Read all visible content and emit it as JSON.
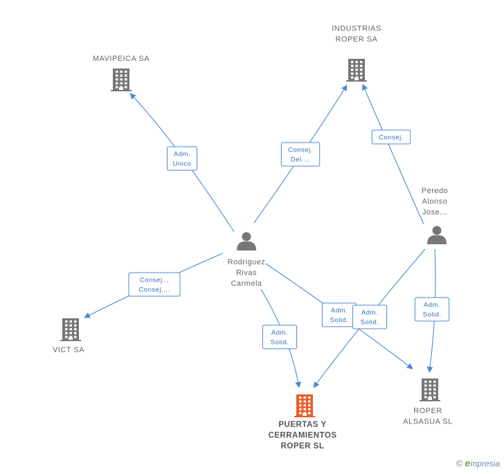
{
  "colors": {
    "edge": "#4a88d6",
    "label_text": "#2f6db5",
    "building": "#777777",
    "building_main": "#ef5a2a",
    "person": "#777777"
  },
  "nodes": [
    {
      "id": "mavipeica",
      "type": "company",
      "lines": [
        "MAVIPEICA SA"
      ]
    },
    {
      "id": "industrias",
      "type": "company",
      "lines": [
        "INDUSTRIAS",
        "ROPER SA"
      ]
    },
    {
      "id": "peredo",
      "type": "person",
      "lines": [
        "Peredo",
        "Alonso",
        "Jose..."
      ]
    },
    {
      "id": "rodriguez",
      "type": "person",
      "lines": [
        "Rodriguez",
        "Rivas",
        "Carmela"
      ]
    },
    {
      "id": "vict",
      "type": "company",
      "lines": [
        "VICT SA"
      ]
    },
    {
      "id": "puertas",
      "type": "company-main",
      "lines": [
        "PUERTAS Y",
        "CERRAMIENTOS",
        "ROPER  SL"
      ]
    },
    {
      "id": "roper_alsasua",
      "type": "company",
      "lines": [
        "ROPER",
        "ALSASUA SL"
      ]
    }
  ],
  "edges": [
    {
      "id": "e1",
      "from": "rodriguez",
      "to": "mavipeica",
      "label": [
        "Adm.",
        "Unico"
      ]
    },
    {
      "id": "e2",
      "from": "rodriguez",
      "to": "industrias",
      "label": [
        "Consej.",
        "Del...."
      ]
    },
    {
      "id": "e3",
      "from": "peredo",
      "to": "industrias",
      "label": [
        "Consej."
      ]
    },
    {
      "id": "e4",
      "from": "rodriguez",
      "to": "vict",
      "label": [
        "Consej. ,",
        "Consej...."
      ]
    },
    {
      "id": "e5",
      "from": "rodriguez",
      "to": "puertas",
      "label": [
        "Adm.",
        "Solid."
      ]
    },
    {
      "id": "e6",
      "from": "rodriguez",
      "to": "roper_alsasua",
      "label": [
        "Adm.",
        "Solid."
      ]
    },
    {
      "id": "e7",
      "from": "peredo",
      "to": "puertas",
      "label": [
        "Adm.",
        "Solid."
      ]
    },
    {
      "id": "e8",
      "from": "peredo",
      "to": "roper_alsasua",
      "label": [
        "Adm.",
        "Solid."
      ]
    }
  ],
  "watermark": {
    "symbol": "©",
    "brand_initial": "e",
    "brand_rest": "mpresia"
  }
}
